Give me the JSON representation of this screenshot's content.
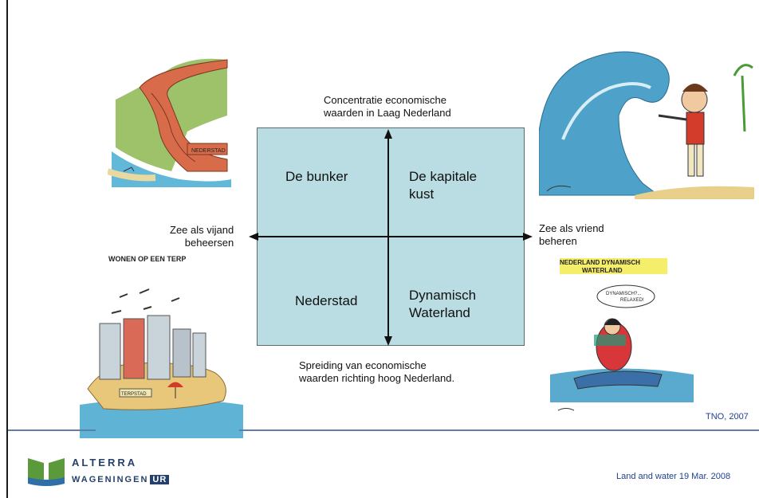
{
  "diagram": {
    "top_label": "Concentratie economische\nwaarden in Laag Nederland",
    "bottom_label": "Spreiding van economische\nwaarden richting hoog Nederland.",
    "left_label": "Zee als vijand\nbeheersen",
    "right_label": "Zee als vriend\nbeheren",
    "quadrants": {
      "top_left": "De bunker",
      "top_right": "De kapitale\nkust",
      "bottom_left": "Nederstad",
      "bottom_right": "Dynamisch\nWaterland"
    }
  },
  "cartoons": {
    "top_left_sign": "NEDERSTAD",
    "bottom_left_title": "WONEN OP EEN TERP",
    "bottom_left_sign": "TERPSTAD",
    "bottom_right_title": "NEDERLAND DYNAMISCH\nWATERLAND",
    "bottom_right_bubble": "DYNAMISCH?...\nRELAXED!"
  },
  "credits": {
    "source": "TNO, 2007",
    "footer": "Land and water 19 Mar. 2008"
  },
  "logo": {
    "line1": "ALTERRA",
    "line2": "WAGENINGEN",
    "line2_box": "UR"
  }
}
